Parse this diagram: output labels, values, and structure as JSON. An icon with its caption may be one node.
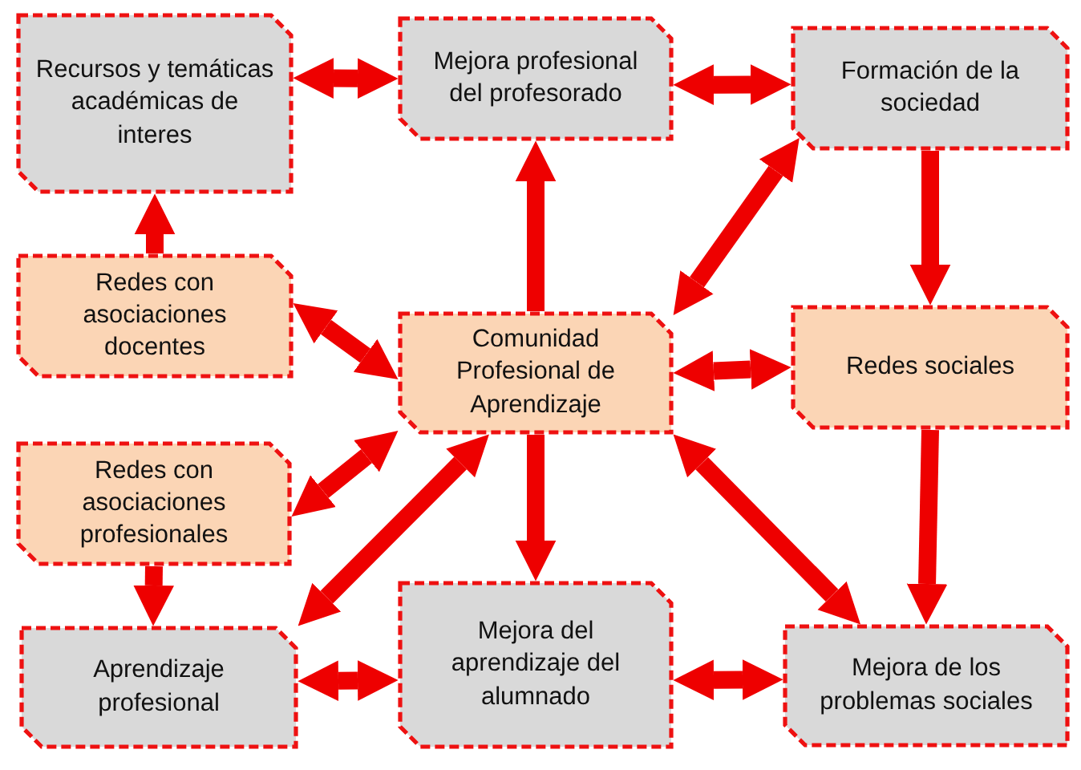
{
  "diagram": {
    "nodes": [
      {
        "text": [
          "Recursos y temáticas académicas de interes"
        ]
      },
      {
        "text": [
          "Mejora profesional del profesorado"
        ]
      },
      {
        "text": [
          "Formación de la sociedad"
        ]
      },
      {
        "text": [
          "Redes con asociaciones docentes"
        ]
      },
      {
        "text": [
          "Comunidad Profesional de Aprendizaje"
        ]
      },
      {
        "text": [
          "Redes sociales"
        ]
      },
      {
        "text": [
          "Redes con asociaciones profesionales"
        ]
      },
      {
        "text": [
          "Aprendizaje profesional"
        ]
      },
      {
        "text": [
          "Mejora del aprendizaje del alumnado"
        ]
      },
      {
        "text": [
          "Mejora de los problemas sociales"
        ]
      }
    ],
    "edges": [
      {
        "from": 0,
        "to": 1,
        "arrow": "both"
      },
      {
        "from": 1,
        "to": 2,
        "arrow": "both"
      },
      {
        "from": 3,
        "to": 0,
        "arrow": "to"
      },
      {
        "from": 4,
        "to": 1,
        "arrow": "to"
      },
      {
        "from": 2,
        "to": 4,
        "arrow": "both"
      },
      {
        "from": 2,
        "to": 5,
        "arrow": "to"
      },
      {
        "from": 3,
        "to": 4,
        "arrow": "both"
      },
      {
        "from": 4,
        "to": 5,
        "arrow": "both"
      },
      {
        "from": 6,
        "to": 4,
        "arrow": "both"
      },
      {
        "from": 6,
        "to": 7,
        "arrow": "to"
      },
      {
        "from": 4,
        "to": 7,
        "arrow": "both"
      },
      {
        "from": 4,
        "to": 8,
        "arrow": "to"
      },
      {
        "from": 4,
        "to": 9,
        "arrow": "both"
      },
      {
        "from": 5,
        "to": 9,
        "arrow": "to"
      },
      {
        "from": 7,
        "to": 8,
        "arrow": "both"
      },
      {
        "from": 8,
        "to": 9,
        "arrow": "both"
      }
    ]
  }
}
